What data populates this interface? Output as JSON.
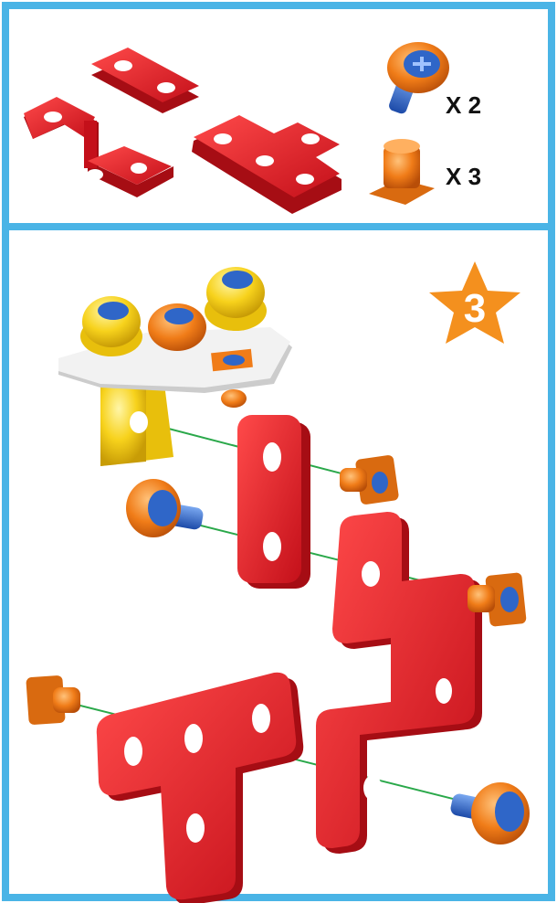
{
  "colors": {
    "frame": "#4ab4e6",
    "part_red": "#e0151f",
    "part_red_dark": "#a60d14",
    "screw_head": "#f07c18",
    "screw_shaft": "#2f66c8",
    "knob_yellow": "#f7d21c",
    "plate_white": "#f2f2f2",
    "star": "#f4901e",
    "guide_line": "#2aa84a"
  },
  "parts_list": {
    "items": [
      {
        "part": "screw",
        "icon": "orange-screw-icon",
        "quantity": "X 2"
      },
      {
        "part": "nut",
        "icon": "orange-nut-icon",
        "quantity": "X 3"
      }
    ]
  },
  "step": {
    "number": "3",
    "icon": "star-icon"
  }
}
